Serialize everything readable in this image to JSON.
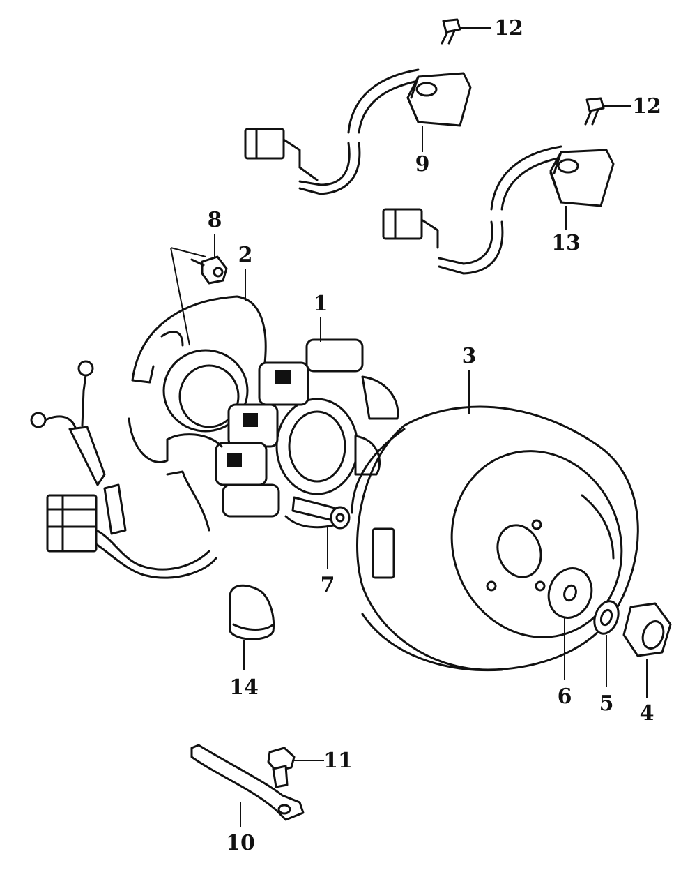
{
  "callouts": [
    {
      "id": "1",
      "text": "1"
    },
    {
      "id": "2",
      "text": "2"
    },
    {
      "id": "3",
      "text": "3"
    },
    {
      "id": "4",
      "text": "4"
    },
    {
      "id": "5",
      "text": "5"
    },
    {
      "id": "6",
      "text": "6"
    },
    {
      "id": "7",
      "text": "7"
    },
    {
      "id": "8",
      "text": "8"
    },
    {
      "id": "9",
      "text": "9"
    },
    {
      "id": "10",
      "text": "10"
    },
    {
      "id": "11",
      "text": "11"
    },
    {
      "id": "12a",
      "text": "12"
    },
    {
      "id": "12b",
      "text": "12"
    },
    {
      "id": "13",
      "text": "13"
    },
    {
      "id": "14",
      "text": "14"
    }
  ]
}
